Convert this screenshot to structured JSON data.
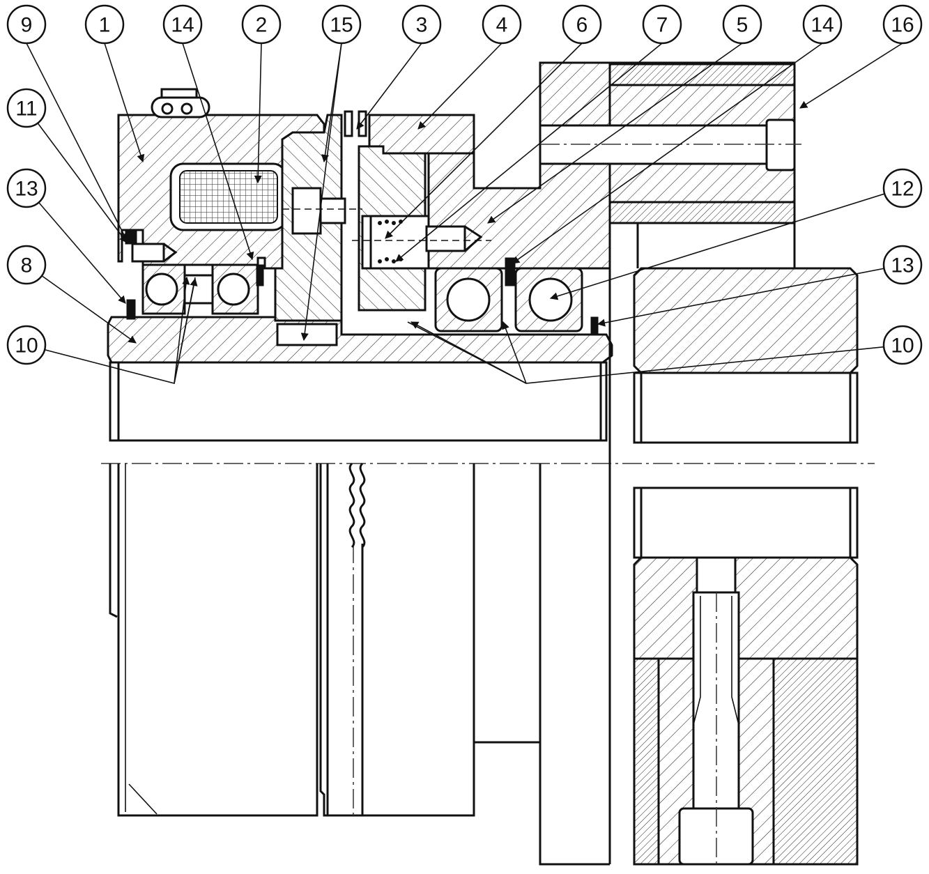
{
  "figure": {
    "callouts": [
      {
        "label": "9",
        "name": "callout-9"
      },
      {
        "label": "1",
        "name": "callout-1"
      },
      {
        "label": "14",
        "name": "callout-14-left"
      },
      {
        "label": "2",
        "name": "callout-2"
      },
      {
        "label": "15",
        "name": "callout-15"
      },
      {
        "label": "3",
        "name": "callout-3"
      },
      {
        "label": "4",
        "name": "callout-4"
      },
      {
        "label": "6",
        "name": "callout-6"
      },
      {
        "label": "7",
        "name": "callout-7"
      },
      {
        "label": "5",
        "name": "callout-5"
      },
      {
        "label": "14",
        "name": "callout-14-right"
      },
      {
        "label": "16",
        "name": "callout-16"
      },
      {
        "label": "11",
        "name": "callout-11"
      },
      {
        "label": "13",
        "name": "callout-13-left"
      },
      {
        "label": "8",
        "name": "callout-8"
      },
      {
        "label": "10",
        "name": "callout-10-left"
      },
      {
        "label": "12",
        "name": "callout-12"
      },
      {
        "label": "13",
        "name": "callout-13-right"
      },
      {
        "label": "10",
        "name": "callout-10-right"
      }
    ]
  }
}
